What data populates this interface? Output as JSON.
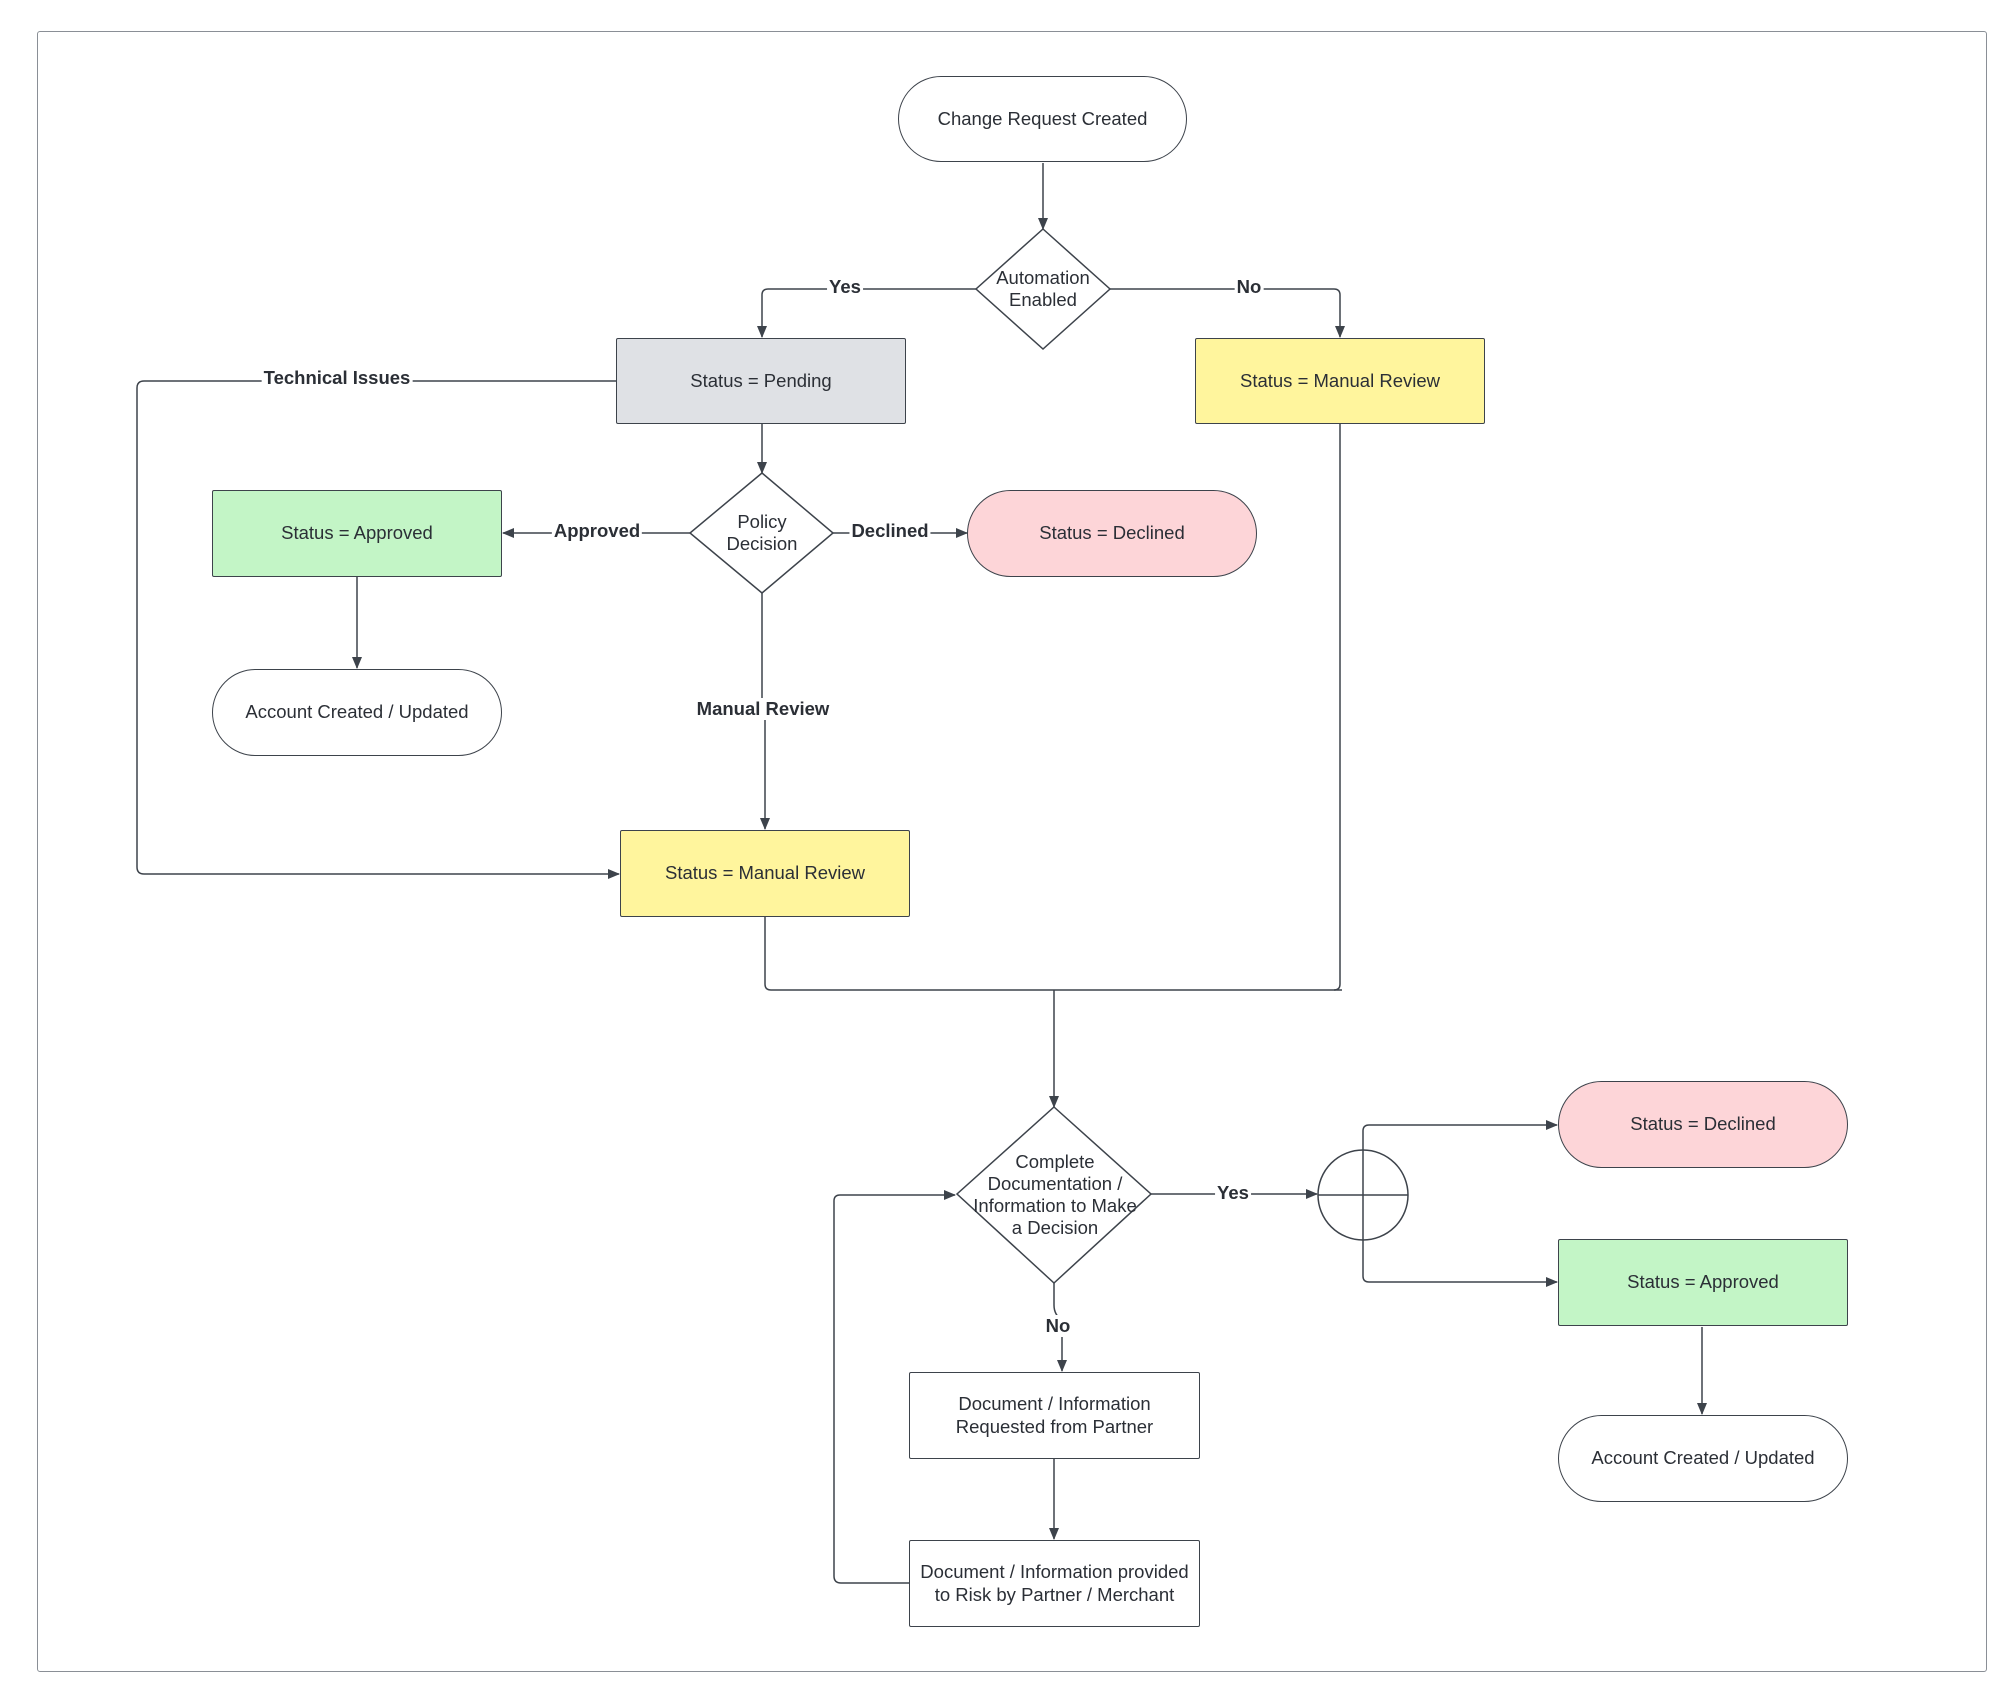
{
  "nodes": {
    "change_request_created": "Change Request Created",
    "automation_enabled": "Automation Enabled",
    "status_pending": "Status = Pending",
    "status_manual_review_top": "Status = Manual Review",
    "status_approved_1": "Status = Approved",
    "policy_decision": "Policy Decision",
    "status_declined_1": "Status = Declined",
    "account_created_1": "Account Created / Updated",
    "status_manual_review_mid": "Status = Manual Review",
    "complete_documentation": "Complete Documentation / Information to Make a Decision",
    "status_declined_2": "Status = Declined",
    "status_approved_2": "Status = Approved",
    "document_requested": "Document / Information Requested from Partner",
    "document_provided": "Document / Information provided to Risk by Partner / Merchant",
    "account_created_2": "Account Created / Updated"
  },
  "edge_labels": {
    "yes_1": "Yes",
    "no_1": "No",
    "technical_issues": "Technical Issues",
    "approved": "Approved",
    "declined": "Declined",
    "manual_review": "Manual Review",
    "yes_2": "Yes",
    "no_2": "No"
  },
  "colors": {
    "pending": "#dfe1e5",
    "manual_review": "#fff59d",
    "approved": "#c3f5c6",
    "declined": "#fdd5d8",
    "line": "#3d434b"
  }
}
